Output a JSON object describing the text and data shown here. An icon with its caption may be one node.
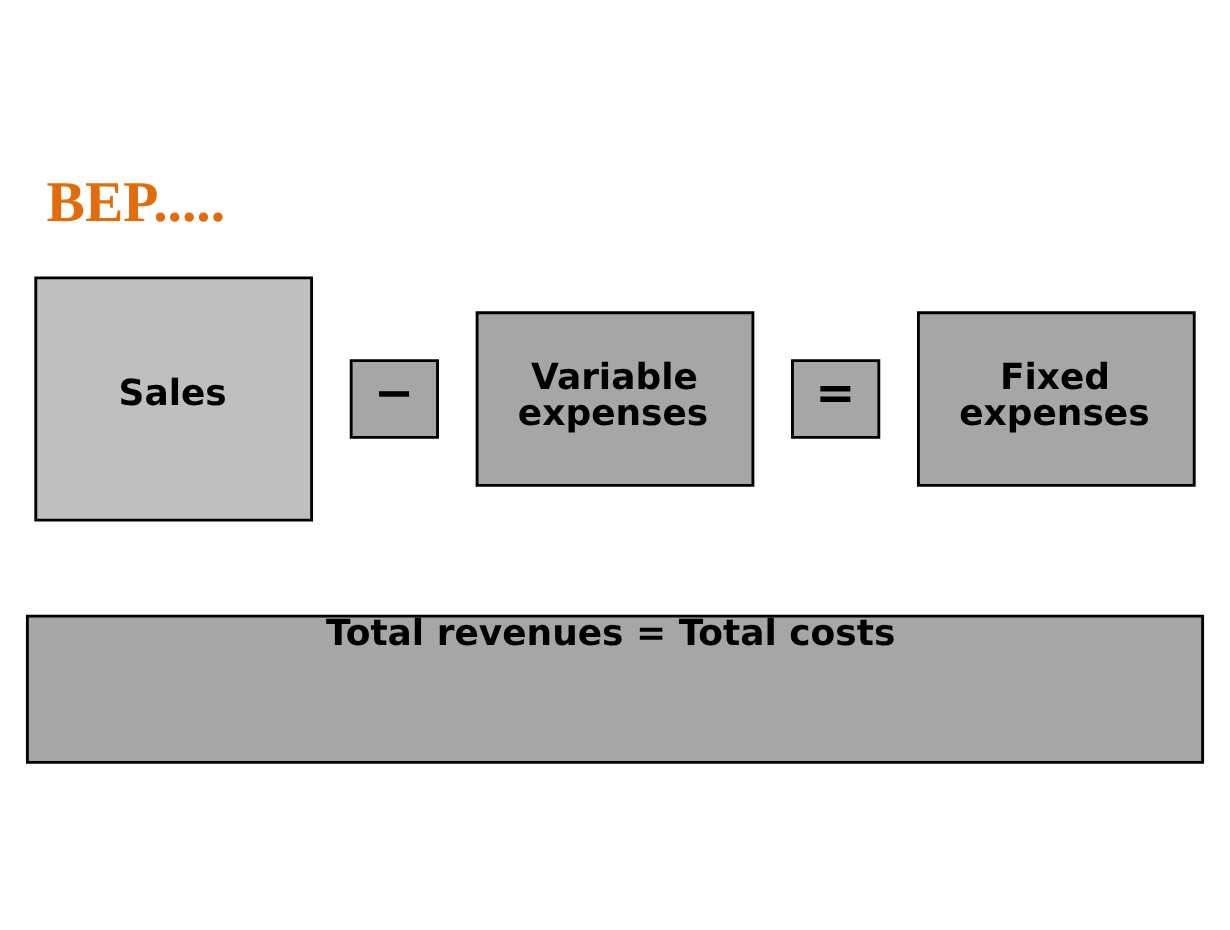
{
  "diagram": {
    "title": "BEP.....",
    "nodes": [
      {
        "text": [
          "Sales"
        ]
      },
      {
        "text": [
          "−"
        ]
      },
      {
        "text": [
          "Variable expenses"
        ]
      },
      {
        "text": [
          "="
        ]
      },
      {
        "text": [
          "Fixed expenses"
        ]
      },
      {
        "text": [
          "Total revenues = Total costs"
        ]
      }
    ],
    "edges": []
  }
}
